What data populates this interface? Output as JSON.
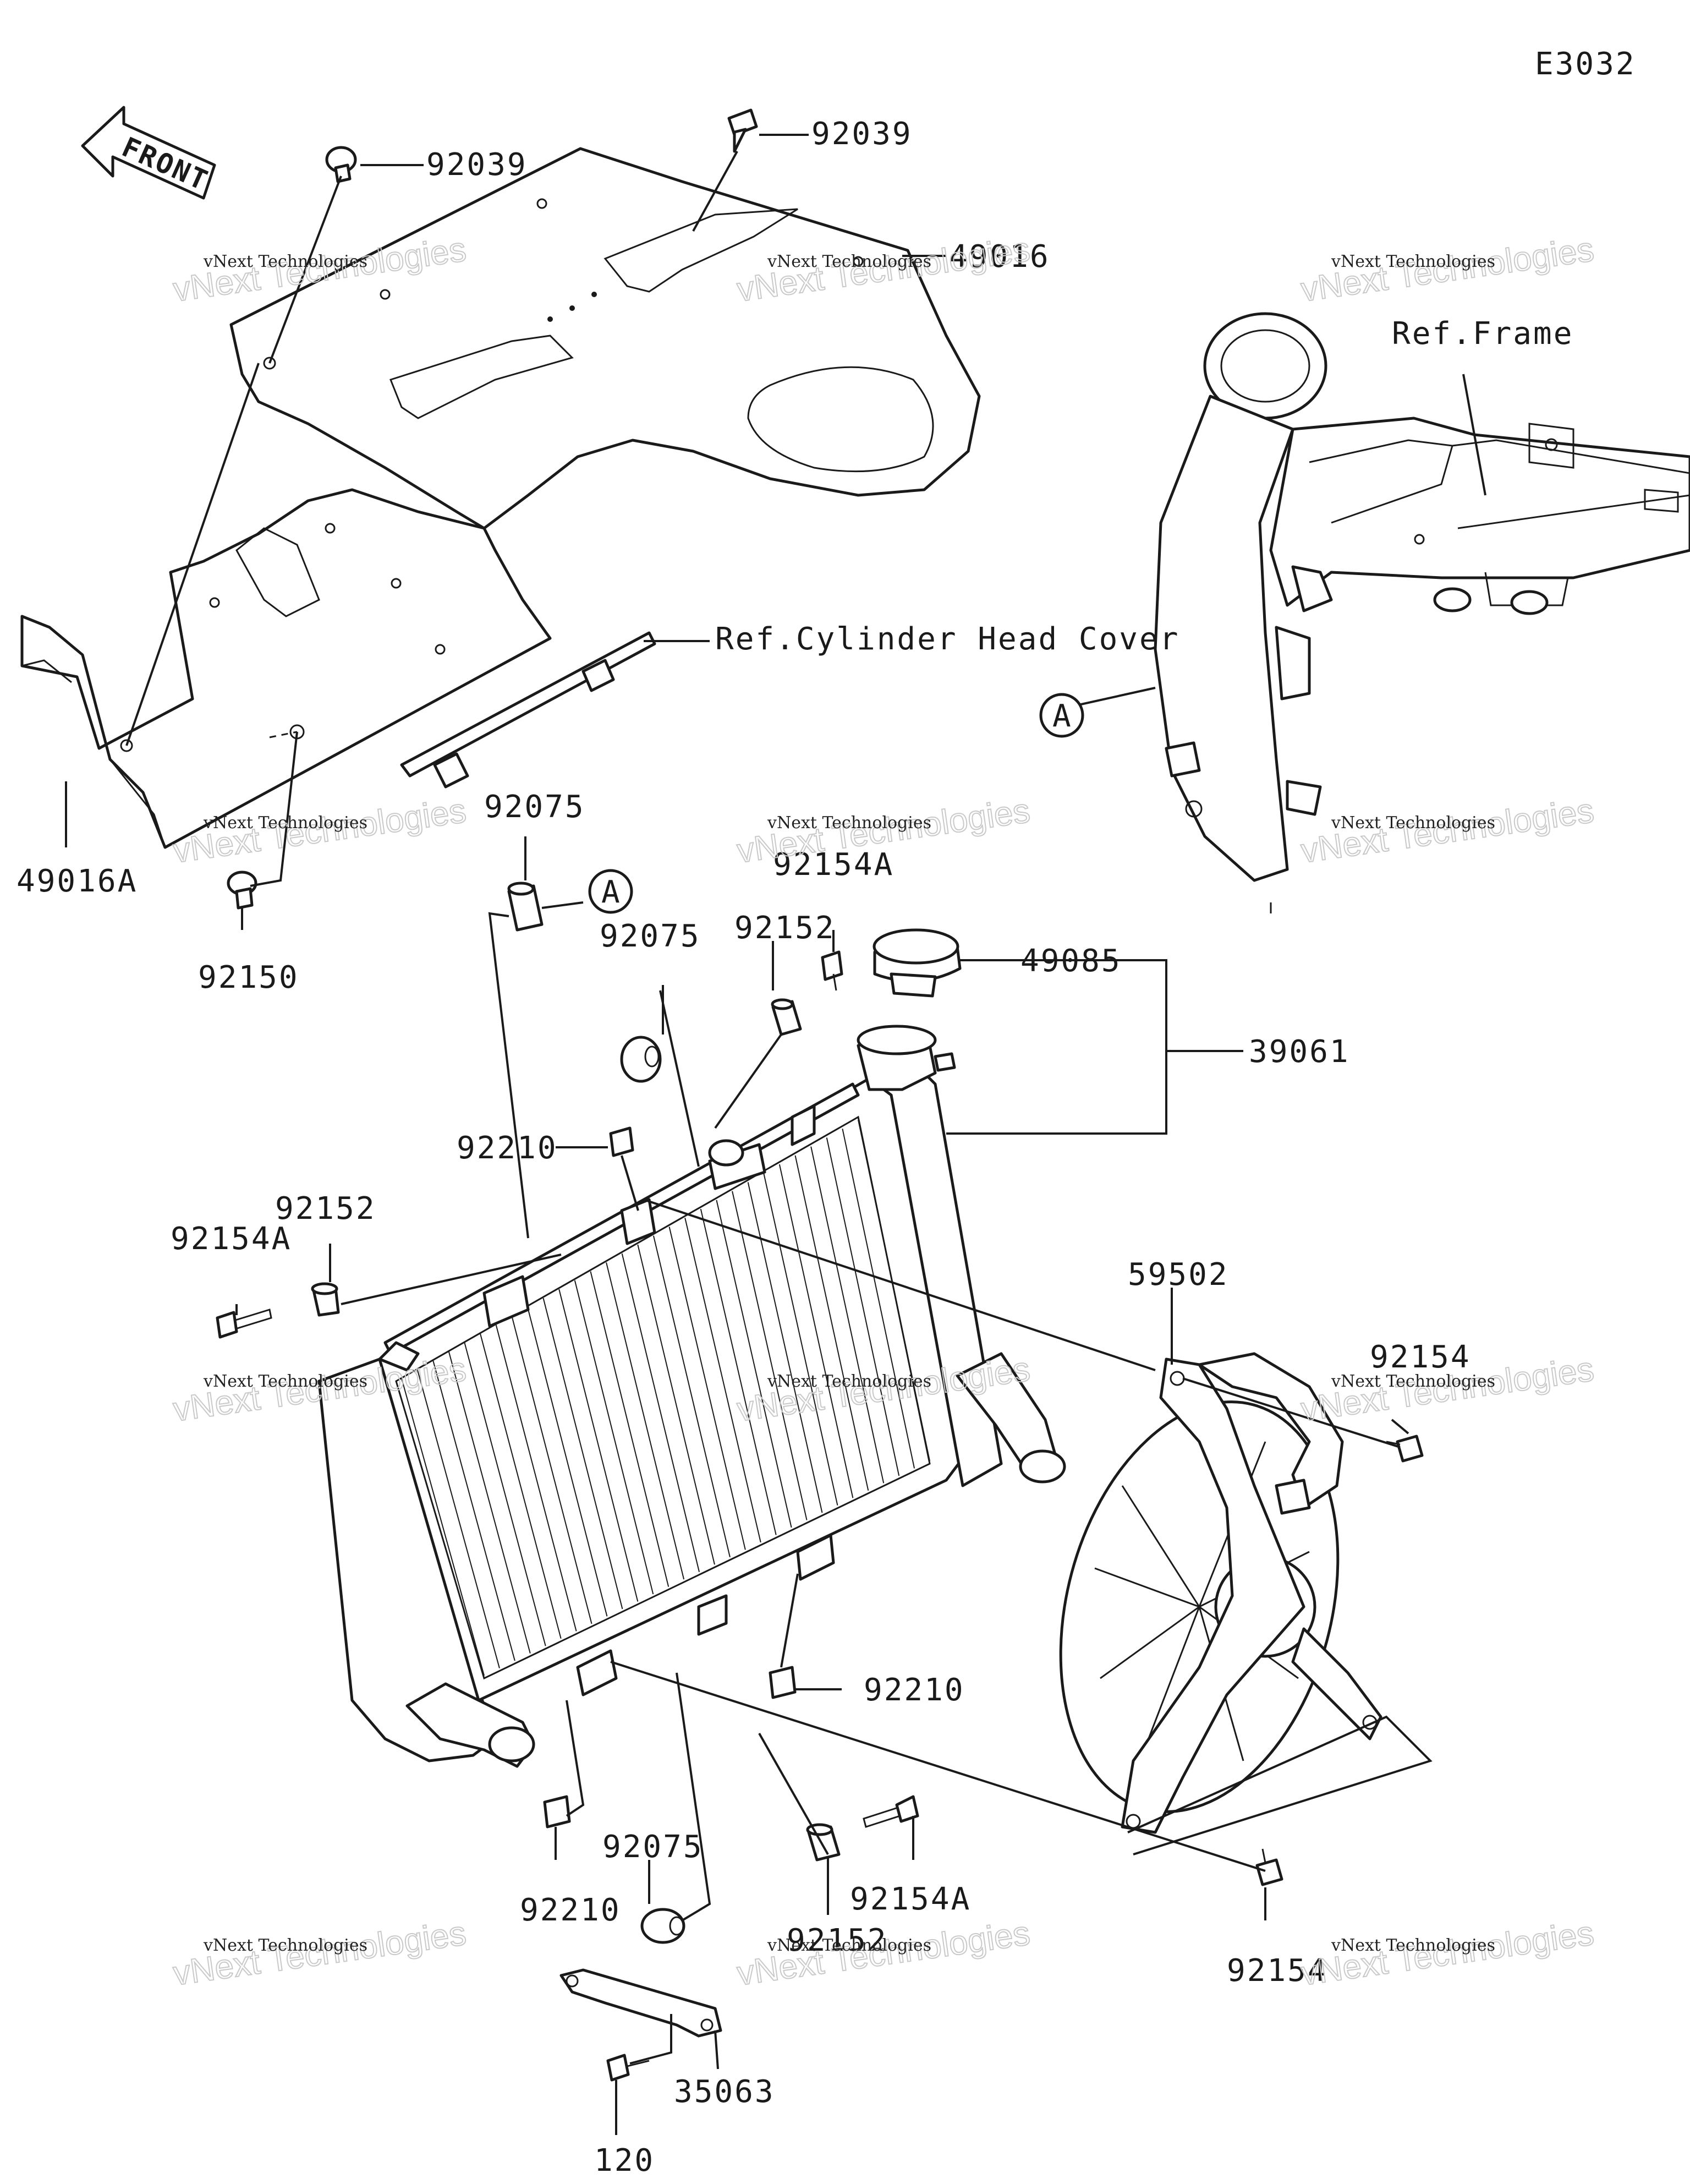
{
  "diagram_code": "E3032",
  "front_label": "FRONT",
  "labels": [
    {
      "id": "92039-left",
      "text": "92039"
    },
    {
      "id": "92039-top",
      "text": "92039"
    },
    {
      "id": "49016",
      "text": "49016"
    },
    {
      "id": "ref-frame",
      "text": "Ref.Frame"
    },
    {
      "id": "ref-cylinder",
      "text": "Ref.Cylinder Head Cover"
    },
    {
      "id": "49016A",
      "text": "49016A"
    },
    {
      "id": "92150",
      "text": "92150"
    },
    {
      "id": "92075-a",
      "text": "92075"
    },
    {
      "id": "92075-b",
      "text": "92075"
    },
    {
      "id": "92154A-top",
      "text": "92154A"
    },
    {
      "id": "92152-top",
      "text": "92152"
    },
    {
      "id": "49085",
      "text": "49085"
    },
    {
      "id": "39061",
      "text": "39061"
    },
    {
      "id": "92210-top",
      "text": "92210"
    },
    {
      "id": "92152-left",
      "text": "92152"
    },
    {
      "id": "92154A-left",
      "text": "92154A"
    },
    {
      "id": "59502",
      "text": "59502"
    },
    {
      "id": "92154-right",
      "text": "92154"
    },
    {
      "id": "92210-mid",
      "text": "92210"
    },
    {
      "id": "92210-low",
      "text": "92210"
    },
    {
      "id": "92075-c",
      "text": "92075"
    },
    {
      "id": "92154A-low",
      "text": "92154A"
    },
    {
      "id": "92152-low",
      "text": "92152"
    },
    {
      "id": "92154-low",
      "text": "92154"
    },
    {
      "id": "35063",
      "text": "35063"
    },
    {
      "id": "120",
      "text": "120"
    }
  ],
  "callout_a": [
    "A",
    "A"
  ],
  "watermark": {
    "line1": "vNext Technologies",
    "line2": "vNext Technologies"
  }
}
